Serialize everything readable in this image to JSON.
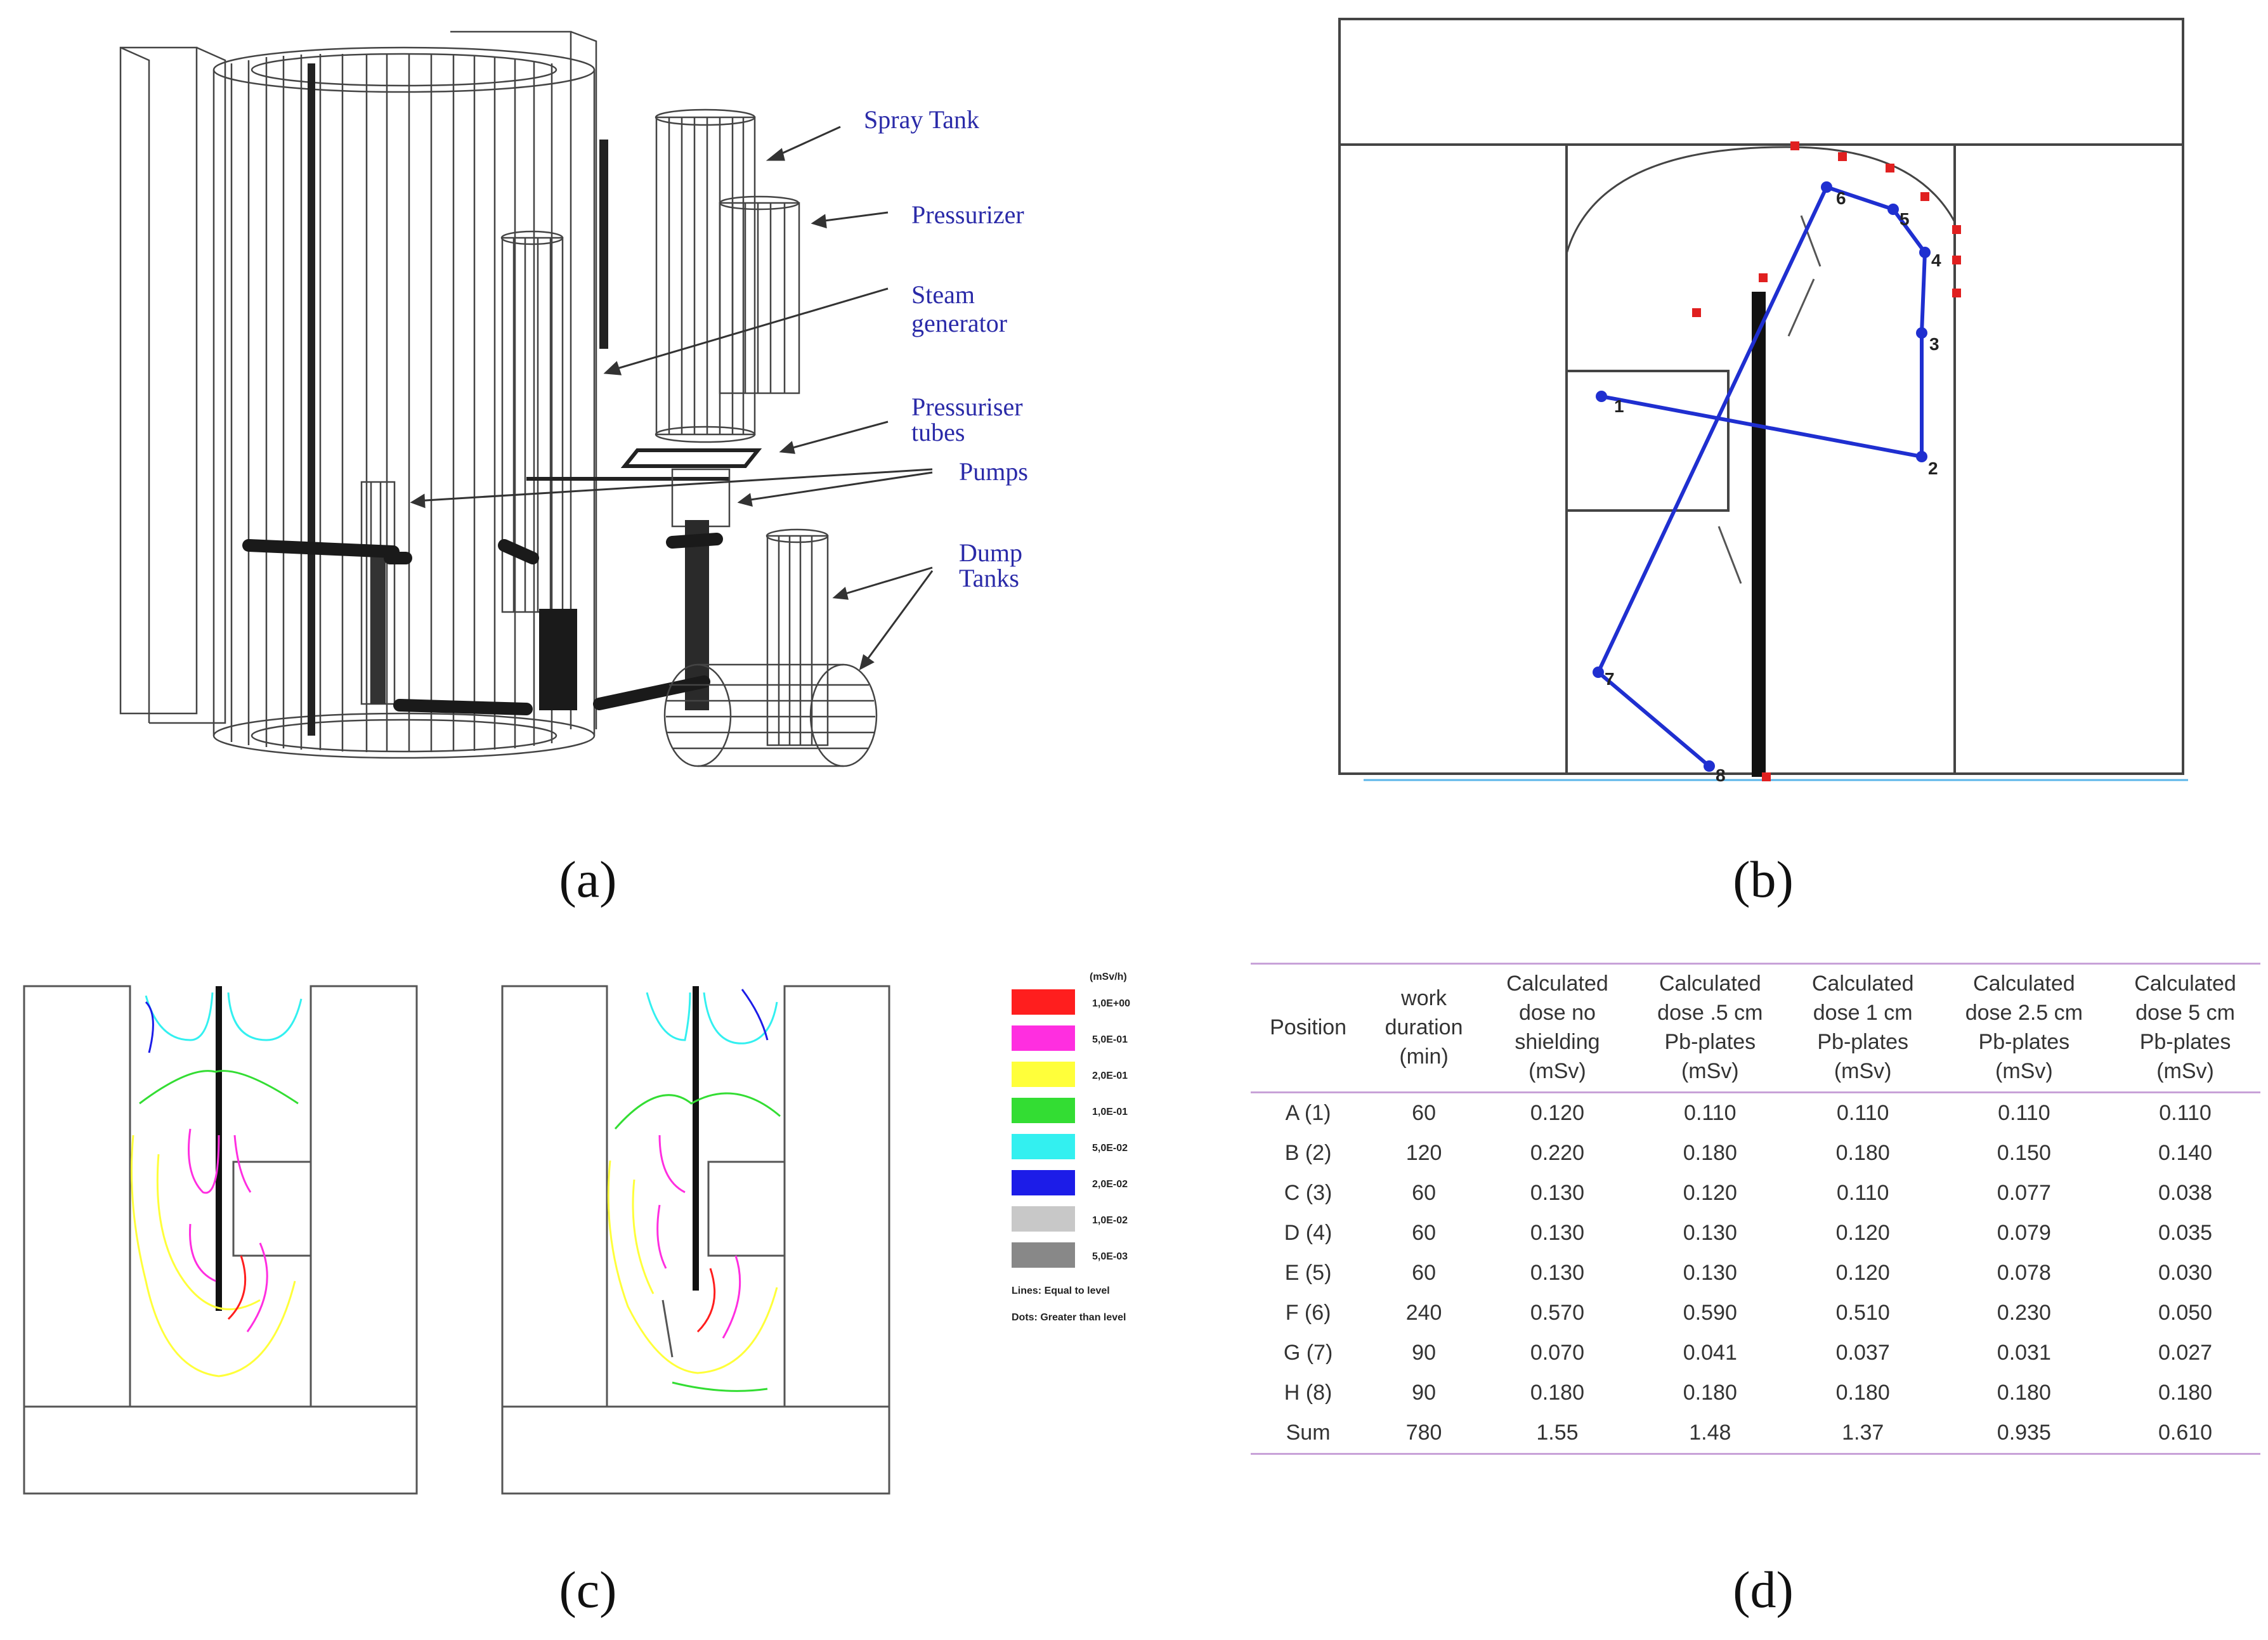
{
  "captions": {
    "a": "(a)",
    "b": "(b)",
    "c": "(c)",
    "d": "(d)"
  },
  "panel_a": {
    "labels": {
      "spray_tank": "Spray Tank",
      "pressurizer": "Pressurizer",
      "steam_generator_1": "Steam",
      "steam_generator_2": "generator",
      "pressuriser_tubes_1": "Pressuriser",
      "pressuriser_tubes_2": "tubes",
      "pumps": "Pumps",
      "dump_tanks_1": "Dump",
      "dump_tanks_2": "Tanks"
    }
  },
  "panel_b": {
    "points": [
      "1",
      "2",
      "3",
      "4",
      "5",
      "6",
      "7",
      "8"
    ],
    "path_color": "#1f2fd0",
    "marker_color": "#e02020"
  },
  "panel_c": {
    "legend": {
      "unit": "(mSv/h)",
      "levels": [
        {
          "label": "1,0E+00",
          "color": "#ff1e1e"
        },
        {
          "label": "5,0E-01",
          "color": "#ff2ee0"
        },
        {
          "label": "2,0E-01",
          "color": "#ffff3a"
        },
        {
          "label": "1,0E-01",
          "color": "#33dd33"
        },
        {
          "label": "5,0E-02",
          "color": "#33f0f0"
        },
        {
          "label": "2,0E-02",
          "color": "#1c1ce8"
        },
        {
          "label": "1,0E-02",
          "color": "#c8c8c8"
        },
        {
          "label": "5,0E-03",
          "color": "#888888"
        }
      ],
      "note_lines": "Lines: Equal to level",
      "note_dots": "Dots: Greater than level"
    }
  },
  "panel_d": {
    "headers": [
      [
        "Position"
      ],
      [
        "work",
        "duration",
        "(min)"
      ],
      [
        "Calculated",
        "dose no",
        "shielding",
        "(mSv)"
      ],
      [
        "Calculated",
        "dose .5 cm",
        "Pb-plates",
        "(mSv)"
      ],
      [
        "Calculated",
        "dose 1 cm",
        "Pb-plates",
        "(mSv)"
      ],
      [
        "Calculated",
        "dose 2.5 cm",
        "Pb-plates",
        "(mSv)"
      ],
      [
        "Calculated",
        "dose 5 cm",
        "Pb-plates",
        "(mSv)"
      ]
    ],
    "rows": [
      [
        "A (1)",
        "60",
        "0.120",
        "0.110",
        "0.110",
        "0.110",
        "0.110"
      ],
      [
        "B (2)",
        "120",
        "0.220",
        "0.180",
        "0.180",
        "0.150",
        "0.140"
      ],
      [
        "C (3)",
        "60",
        "0.130",
        "0.120",
        "0.110",
        "0.077",
        "0.038"
      ],
      [
        "D (4)",
        "60",
        "0.130",
        "0.130",
        "0.120",
        "0.079",
        "0.035"
      ],
      [
        "E (5)",
        "60",
        "0.130",
        "0.130",
        "0.120",
        "0.078",
        "0.030"
      ],
      [
        "F (6)",
        "240",
        "0.570",
        "0.590",
        "0.510",
        "0.230",
        "0.050"
      ],
      [
        "G (7)",
        "90",
        "0.070",
        "0.041",
        "0.037",
        "0.031",
        "0.027"
      ],
      [
        "H (8)",
        "90",
        "0.180",
        "0.180",
        "0.180",
        "0.180",
        "0.180"
      ],
      [
        "Sum",
        "780",
        "1.55",
        "1.48",
        "1.37",
        "0.935",
        "0.610"
      ]
    ]
  }
}
